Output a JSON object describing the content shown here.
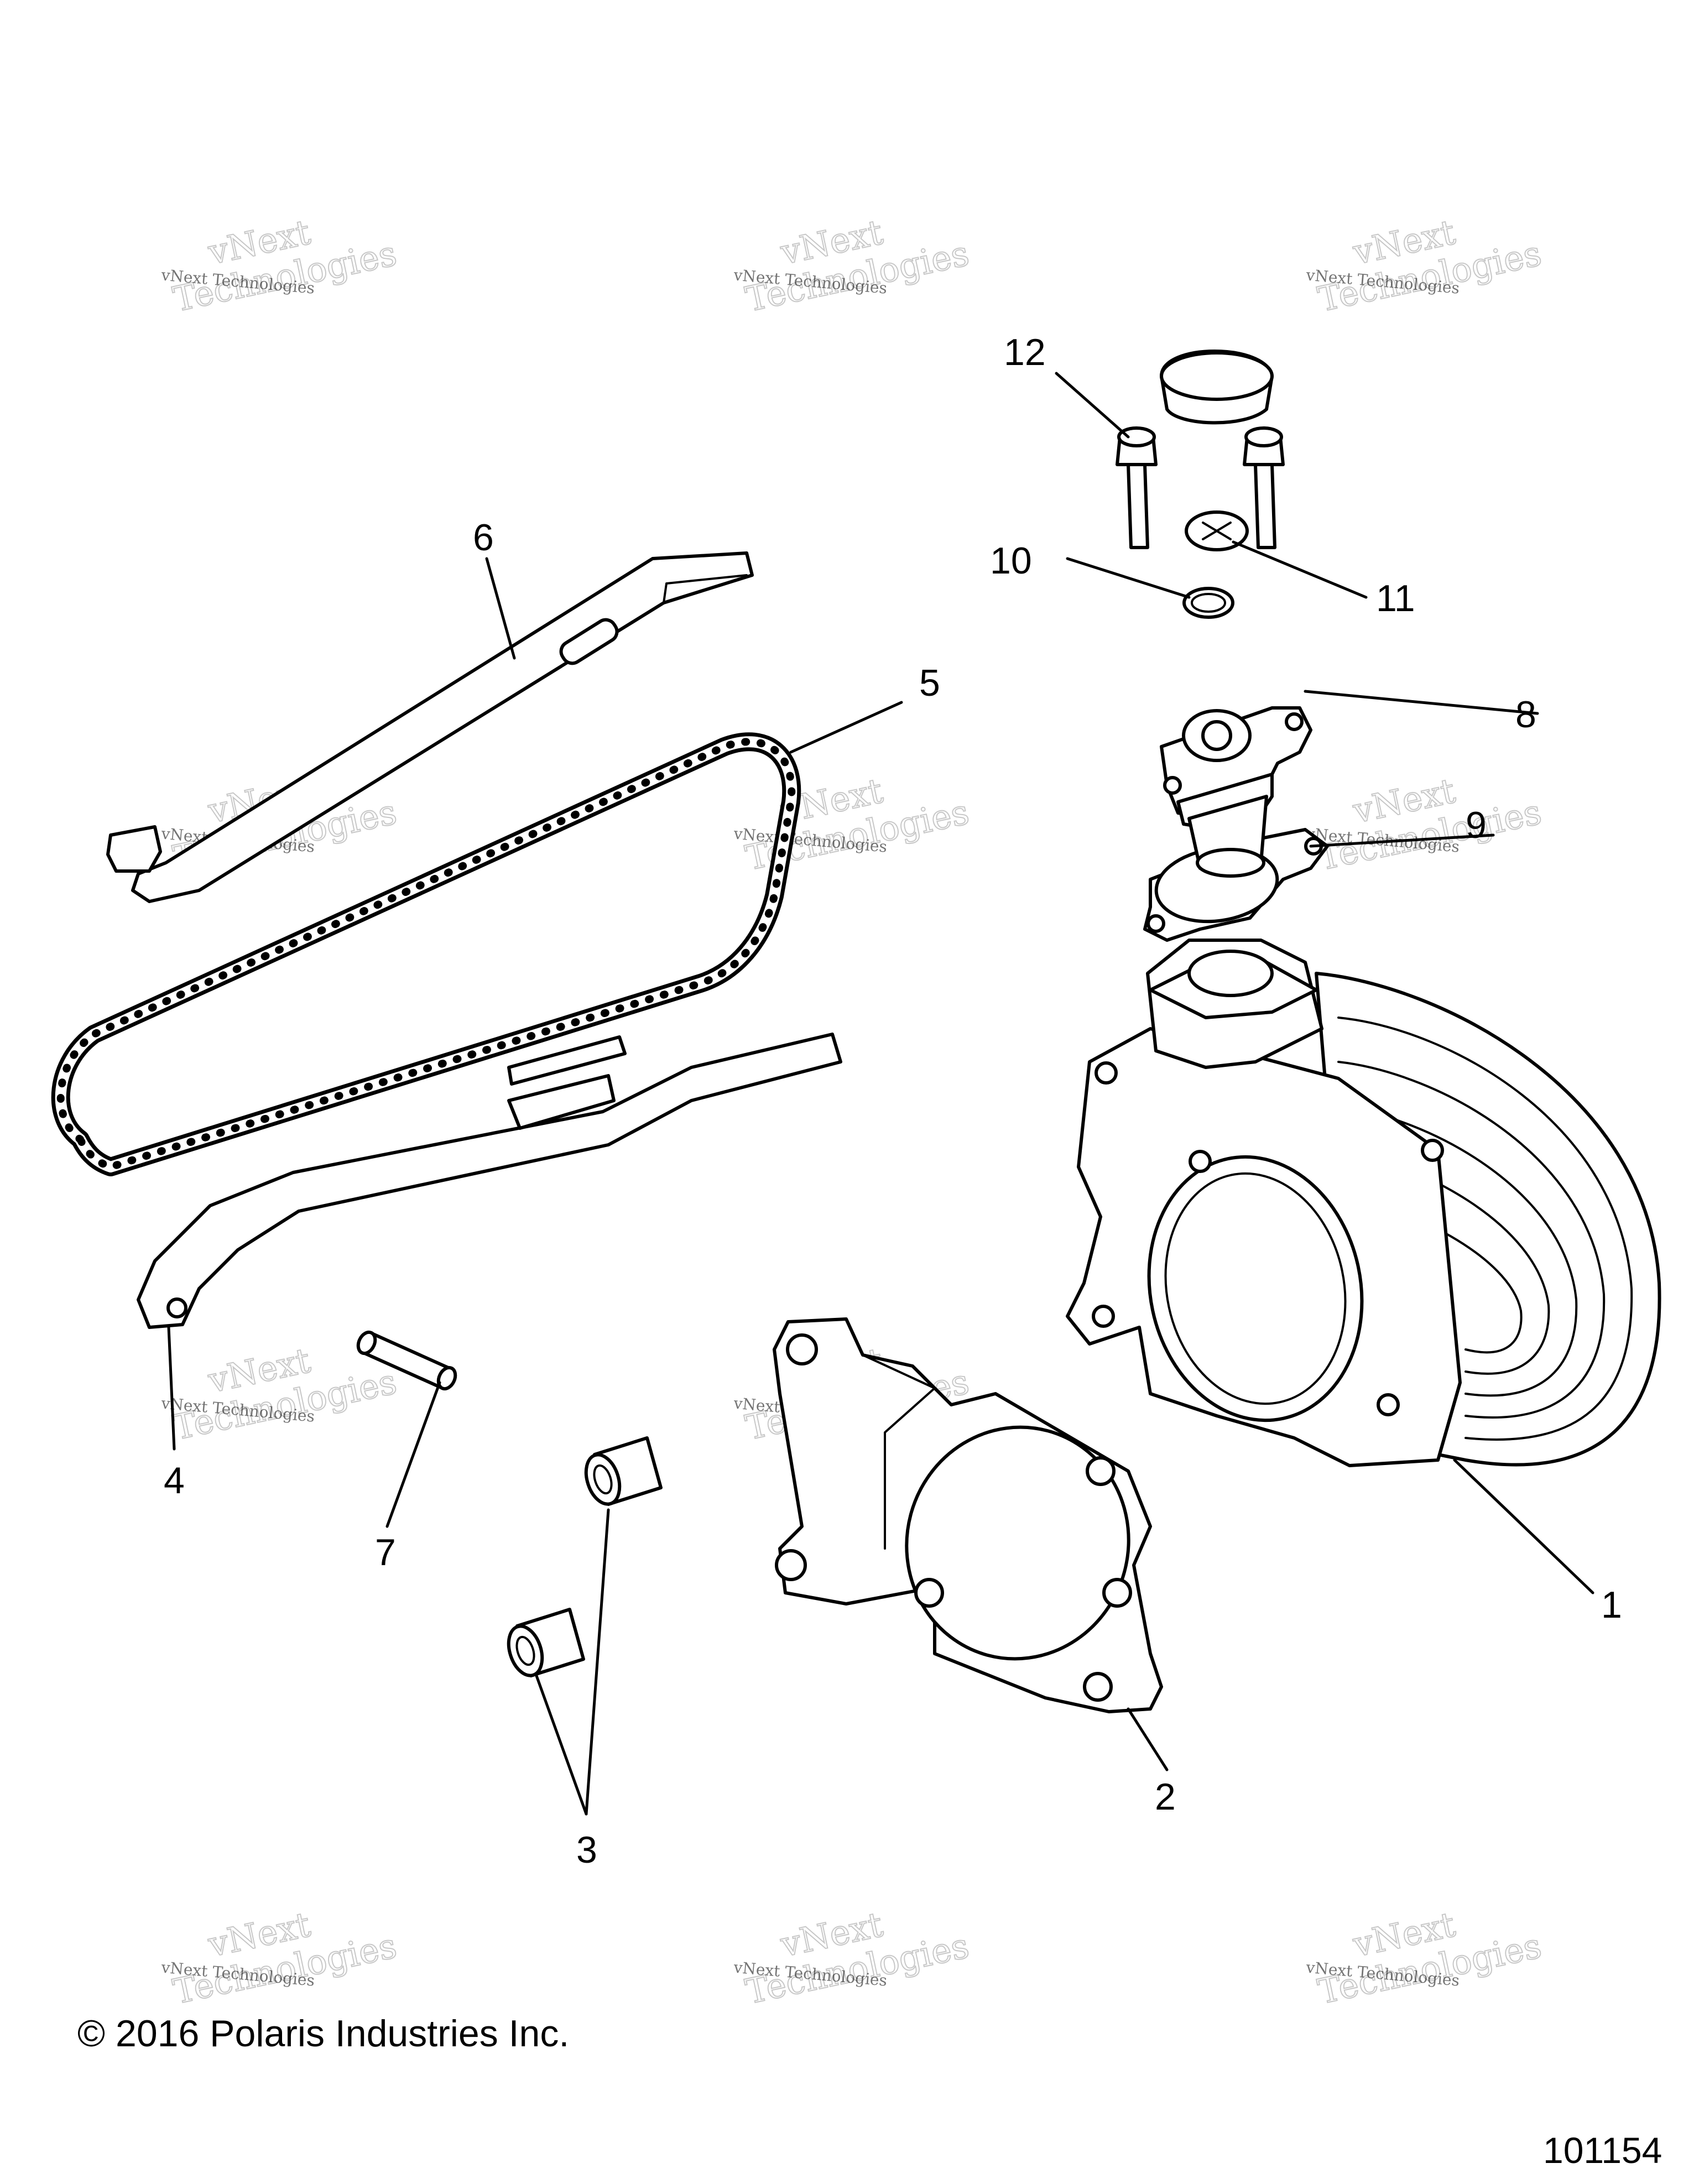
{
  "diagram": {
    "callouts": [
      "1",
      "2",
      "3",
      "4",
      "5",
      "6",
      "7",
      "8",
      "9",
      "10",
      "11",
      "12"
    ],
    "watermark": {
      "line1": "vNext Technologies",
      "line2": "vNext",
      "line3": "Technologies"
    }
  },
  "footer": {
    "copyright": "© 2016 Polaris Industries Inc.",
    "figure_id": "101154"
  }
}
